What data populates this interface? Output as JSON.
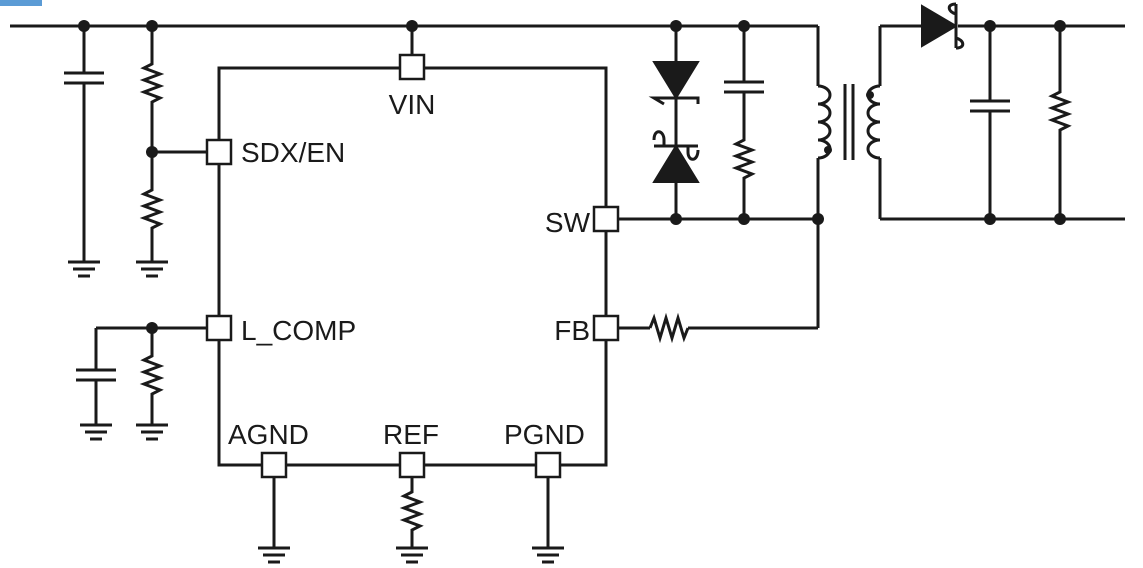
{
  "colors": {
    "wire": "#1a1a1a",
    "background": "#ffffff",
    "corner_accent": "#5b9bd5"
  },
  "ic": {
    "pins": {
      "vin": "VIN",
      "sdx_en": "SDX/EN",
      "sw": "SW",
      "l_comp": "L_COMP",
      "fb": "FB",
      "agnd": "AGND",
      "ref": "REF",
      "pgnd": "PGND"
    }
  },
  "icons": [
    "capacitor-icon",
    "resistor-icon",
    "ground-icon",
    "diode-icon",
    "zener-diode-icon",
    "transformer-icon"
  ]
}
